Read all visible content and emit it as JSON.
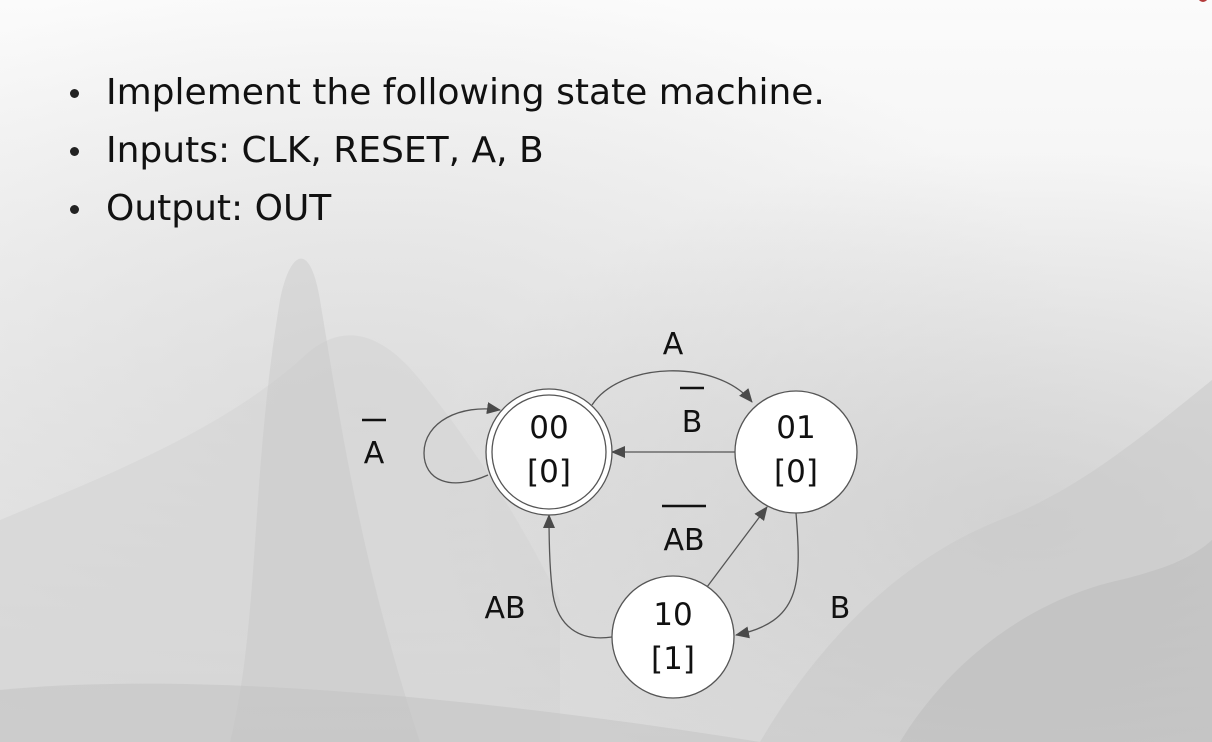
{
  "bullets": [
    "Implement the following state machine.",
    "Inputs: CLK, RESET, A, B",
    "Output: OUT"
  ],
  "states": {
    "s00": {
      "code": "00",
      "output": "[0]",
      "initial": true
    },
    "s01": {
      "code": "01",
      "output": "[0]",
      "initial": false
    },
    "s10": {
      "code": "10",
      "output": "[1]",
      "initial": false
    }
  },
  "transitions": {
    "s00_self": "A",
    "s00_to_s01": "A",
    "s01_to_s00": "B",
    "s10_to_s01": "AB",
    "s01_to_s10": "B",
    "s10_to_s00": "AB"
  },
  "colors": {
    "accent": "#b33a3a",
    "arrow": "#4a4a4a"
  }
}
